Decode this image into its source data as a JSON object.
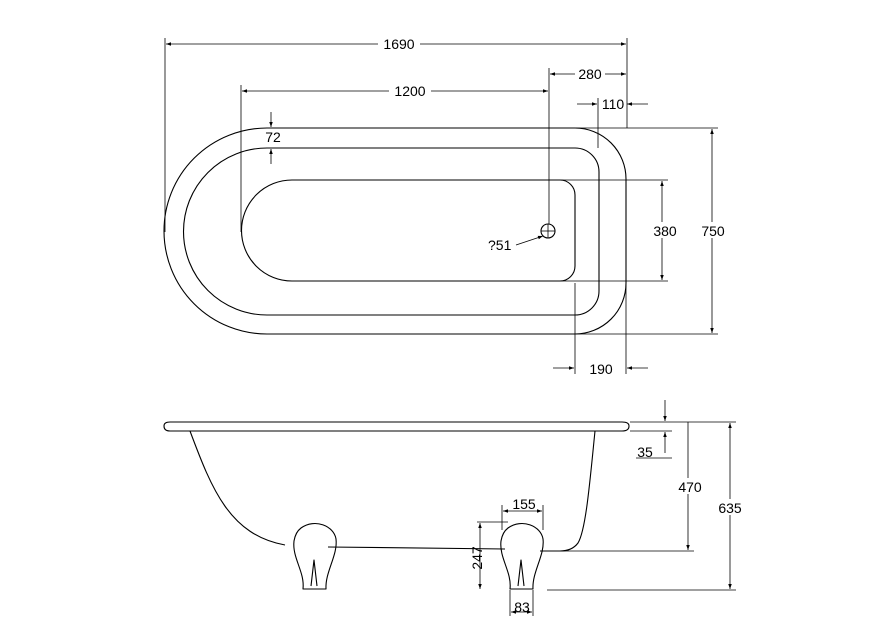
{
  "top_view": {
    "overall_length": "1690",
    "inner_length": "1200",
    "waste_offset": "280",
    "end_offset": "110",
    "rim_width": "72",
    "inner_width": "380",
    "overall_width": "750",
    "waste_diameter": "?51",
    "end_width": "190"
  },
  "side_view": {
    "rim_thickness": "35",
    "depth": "470",
    "overall_height": "635",
    "foot_spacing": "155",
    "foot_height": "247",
    "foot_width": "83"
  }
}
